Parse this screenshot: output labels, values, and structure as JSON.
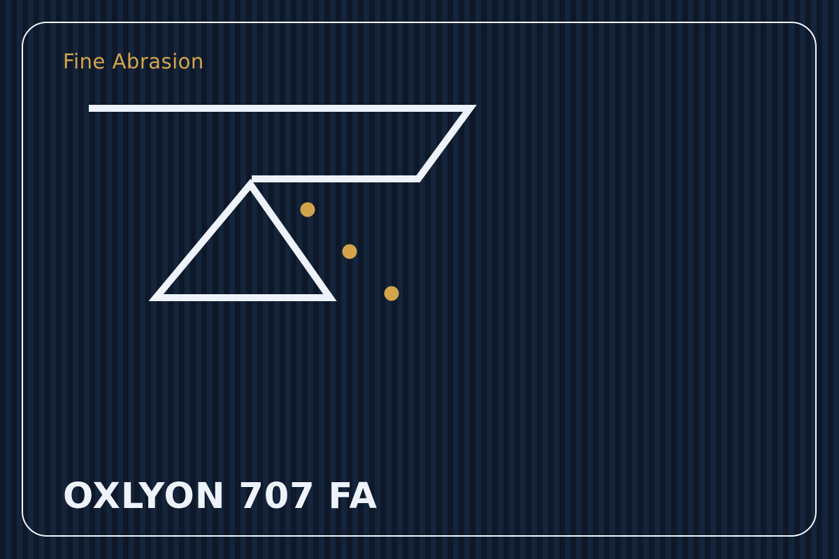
{
  "card": {
    "subtitle": "Fine Abrasion",
    "title": "OXLYON 707 FA"
  },
  "logo": {
    "icon": "abrasion-logo-icon",
    "dots": 3
  },
  "colors": {
    "background_dark": "#0e1828",
    "background_light": "#13243b",
    "border": "#f4f7fc",
    "accent": "#d4a44c",
    "title_text": "#eef3fb",
    "logo_stroke": "#eef3fb"
  }
}
